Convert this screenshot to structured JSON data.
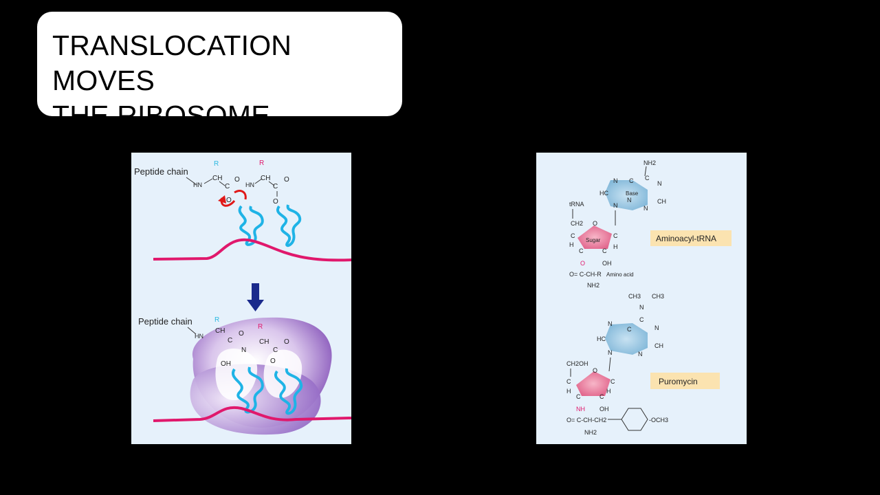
{
  "title": {
    "line1": "TRANSLOCATION MOVES",
    "line2": "THE RIBOSOME"
  },
  "left_panel": {
    "top": {
      "peptide_label": "Peptide chain",
      "r1": "R",
      "r2": "R",
      "ch1": "CH",
      "ch2": "CH",
      "hn1": "HN",
      "hn2": "HN",
      "c1": "C",
      "c2": "C",
      "o1": "O",
      "o2": "O",
      "o3": "O",
      "o4": "O"
    },
    "bottom": {
      "peptide_label": "Peptide chain",
      "r1": "R",
      "r2": "R",
      "ch1": "CH",
      "ch2": "CH",
      "hn": "HN",
      "n": "N",
      "c1": "C",
      "c2": "C",
      "o1": "O",
      "o2": "O",
      "o3": "O",
      "oh": "OH"
    },
    "colors": {
      "mrna": "#e0186c",
      "trna": "#1fb3e6",
      "arrow": "#1a2a8c",
      "curved_arrow": "#e01818",
      "ribosome": "#8a5cc0",
      "r_cyan": "#2ab8e0",
      "r_red": "#e0186c"
    }
  },
  "right_panel": {
    "aminoacyl": {
      "nh2": "NH2",
      "n1": "N",
      "n2": "N",
      "n3": "N",
      "n4": "N",
      "n5": "N",
      "c1": "C",
      "c2": "C",
      "hc": "HC",
      "ch": "CH",
      "base": "Base",
      "trna": "tRNA",
      "ch2": "CH2",
      "sugar": "Sugar",
      "c3": "C",
      "c4": "C",
      "c5": "C",
      "c6": "C",
      "o_ring": "O",
      "h1": "H",
      "h2": "H",
      "o_ester": "O",
      "oh": "OH",
      "ester": "O= C-CH-R",
      "amino_acid": "Amino acid",
      "nh2_bottom": "NH2",
      "label": "Aminoacyl-tRNA"
    },
    "puromycin": {
      "ch3a": "CH3",
      "ch3b": "CH3",
      "n_top": "N",
      "n1": "N",
      "n2": "N",
      "n3": "N",
      "n4": "N",
      "c1": "C",
      "c2": "C",
      "hc": "HC",
      "ch": "CH",
      "ch2oh": "CH2OH",
      "c3": "C",
      "c4": "C",
      "c5": "C",
      "c6": "C",
      "o_ring": "O",
      "h1": "H",
      "h2": "H",
      "nh": "NH",
      "oh": "OH",
      "amide": "O= C-CH-CH2",
      "och3": "-OCH3",
      "nh2_bottom": "NH2",
      "label": "Puromycin"
    },
    "colors": {
      "base_fill": "#8fc3e0",
      "sugar_fill": "#e8789a",
      "label_bg": "#fbe3b0",
      "red_atom": "#e0186c"
    }
  }
}
